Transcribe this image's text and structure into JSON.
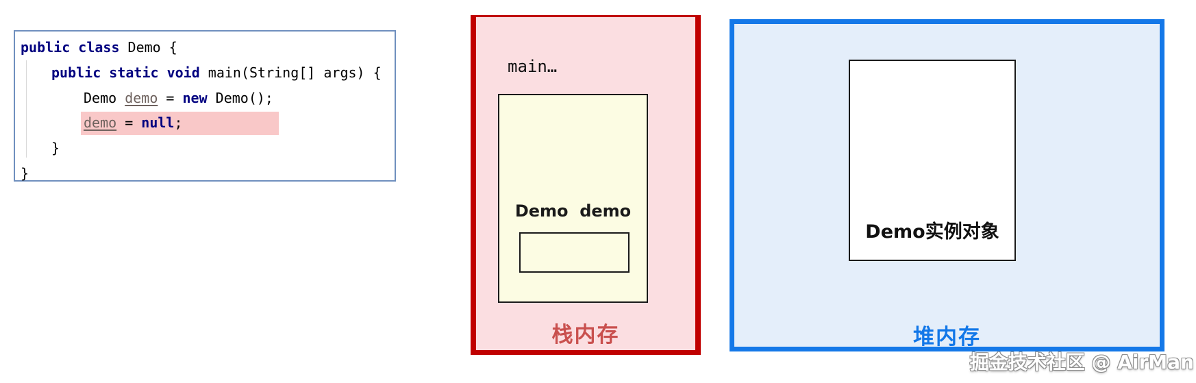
{
  "code": {
    "line1": {
      "keyword": "public class",
      "rest": " Demo {"
    },
    "line2": {
      "keyword": "public static void",
      "rest": " main(String[] args) {"
    },
    "line3": {
      "pre": "Demo ",
      "var": "demo",
      "eq": " = ",
      "keyword": "new",
      "post": " Demo();"
    },
    "line4": {
      "var": "demo",
      "eq": " = ",
      "keyword": "null",
      "post": ";"
    },
    "line5": "}",
    "line6": "}"
  },
  "stack_panel": {
    "frame_label": "main…",
    "variable_label": "Demo  demo",
    "title": "栈内存"
  },
  "heap_panel": {
    "object_label": "Demo实例对象",
    "title": "堆内存"
  },
  "watermark": "掘金技术社区 @ AirMan",
  "colors": {
    "code_keyword": "#000080",
    "code_border": "#6f8fbe",
    "code_highlight_bg": "#f9c8c8",
    "variable_text": "#6e625e",
    "stack_border": "#c00000",
    "stack_bg": "#fbdee1",
    "stack_frame_bg": "#fcfce3",
    "stack_title": "#c9504e",
    "heap_border": "#1478e8",
    "heap_bg": "#e4eefa",
    "heap_title": "#1277e8"
  }
}
